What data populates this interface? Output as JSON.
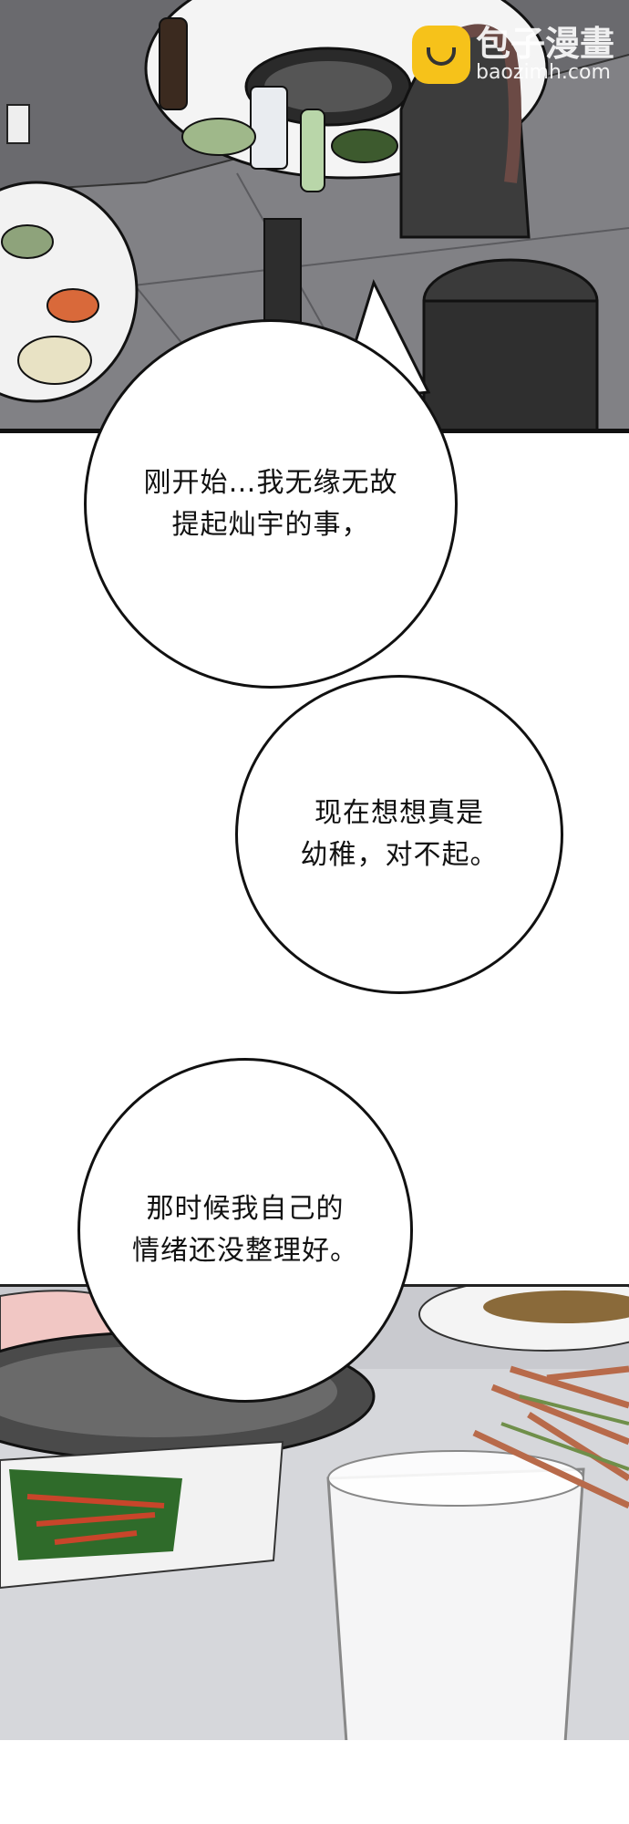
{
  "watermark": {
    "brand": "包子漫畫",
    "url": "baozimh.com"
  },
  "bubbles": [
    {
      "lines": [
        "刚开始…我无缘无故",
        "提起灿宇的事，"
      ]
    },
    {
      "lines": [
        "现在想想真是",
        "幼稚，对不起。"
      ]
    },
    {
      "lines": [
        "那时候我自己的",
        "情绪还没整理好。"
      ]
    }
  ]
}
